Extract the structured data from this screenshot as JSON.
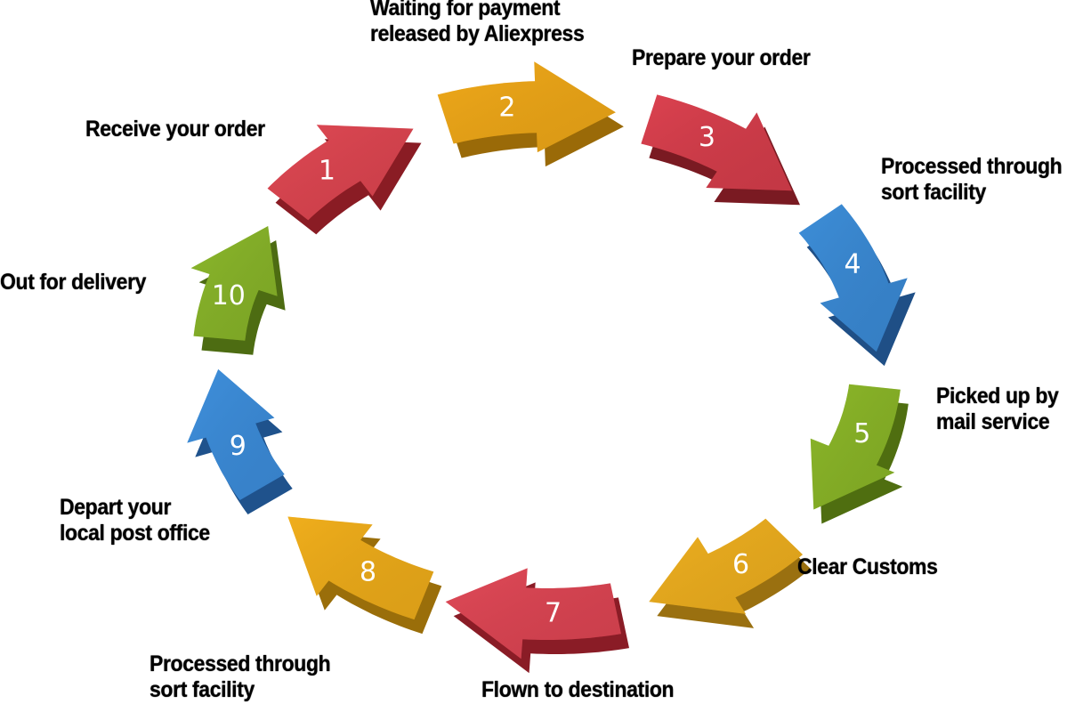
{
  "diagram": {
    "type": "cycle",
    "steps": [
      {
        "number": "1",
        "color": "#e04a55",
        "side": "#8a1c24",
        "label_lines": [
          "Receive your order"
        ]
      },
      {
        "number": "2",
        "color": "#f0a91a",
        "side": "#9a6a08",
        "label_lines": [
          "Waiting for payment",
          "released by Aliexpress"
        ]
      },
      {
        "number": "3",
        "color": "#dc4250",
        "side": "#7a1a22",
        "label_lines": [
          "Prepare your order"
        ]
      },
      {
        "number": "4",
        "color": "#3d8ed8",
        "side": "#1f4f86",
        "label_lines": [
          "Processed through",
          "sort facility"
        ]
      },
      {
        "number": "5",
        "color": "#8db82a",
        "side": "#4f6e10",
        "label_lines": [
          "Picked up by",
          "mail service"
        ]
      },
      {
        "number": "6",
        "color": "#efb020",
        "side": "#9a7010",
        "label_lines": [
          "Clear Customs"
        ]
      },
      {
        "number": "7",
        "color": "#e04a58",
        "side": "#8a1c26",
        "label_lines": [
          "Flown to destination"
        ]
      },
      {
        "number": "8",
        "color": "#f0ae1c",
        "side": "#9a6e0a",
        "label_lines": [
          "Processed through",
          "sort facility"
        ]
      },
      {
        "number": "9",
        "color": "#3f90dc",
        "side": "#1f528c",
        "label_lines": [
          "Depart your",
          "local post office"
        ]
      },
      {
        "number": "10",
        "color": "#8cb82c",
        "side": "#4d6c12",
        "label_lines": [
          "Out for delivery"
        ]
      }
    ]
  }
}
